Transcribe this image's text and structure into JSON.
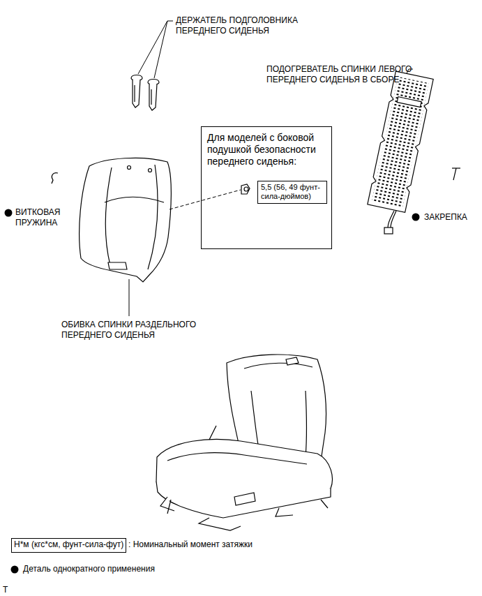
{
  "diagram": {
    "nodes": [
      {
        "text": [
          "Для моделей с боковой подушкой безопасности переднего сиденья:"
        ]
      },
      {
        "text": [
          "5,5 (56, 49 фунт-сила-дюймов)"
        ],
        "in": 0
      },
      {
        "text": [
          "Н*м (кгс*см, фунт-сила-фут)"
        ]
      }
    ],
    "labels": [
      "ДЕРЖАТЕЛЬ ПОДГОЛОВНИКА ПЕРЕДНЕГО СИДЕНЬЯ",
      "ПОДОГРЕВАТЕЛЬ СПИНКИ ЛЕВОГО ПЕРЕДНЕГО СИДЕНЬЯ В СБОРЕ",
      "ВИТКОВАЯ ПРУЖИНА",
      "ЗАКРЕПКА",
      "ОБИВКА СПИНКИ РАЗДЕЛЬНОГО ПЕРЕДНЕГО СИДЕНЬЯ",
      "T"
    ],
    "legend": [
      {
        "text": ": Номинальный момент затяжки"
      },
      {
        "text": "Деталь однократного применения"
      }
    ]
  }
}
